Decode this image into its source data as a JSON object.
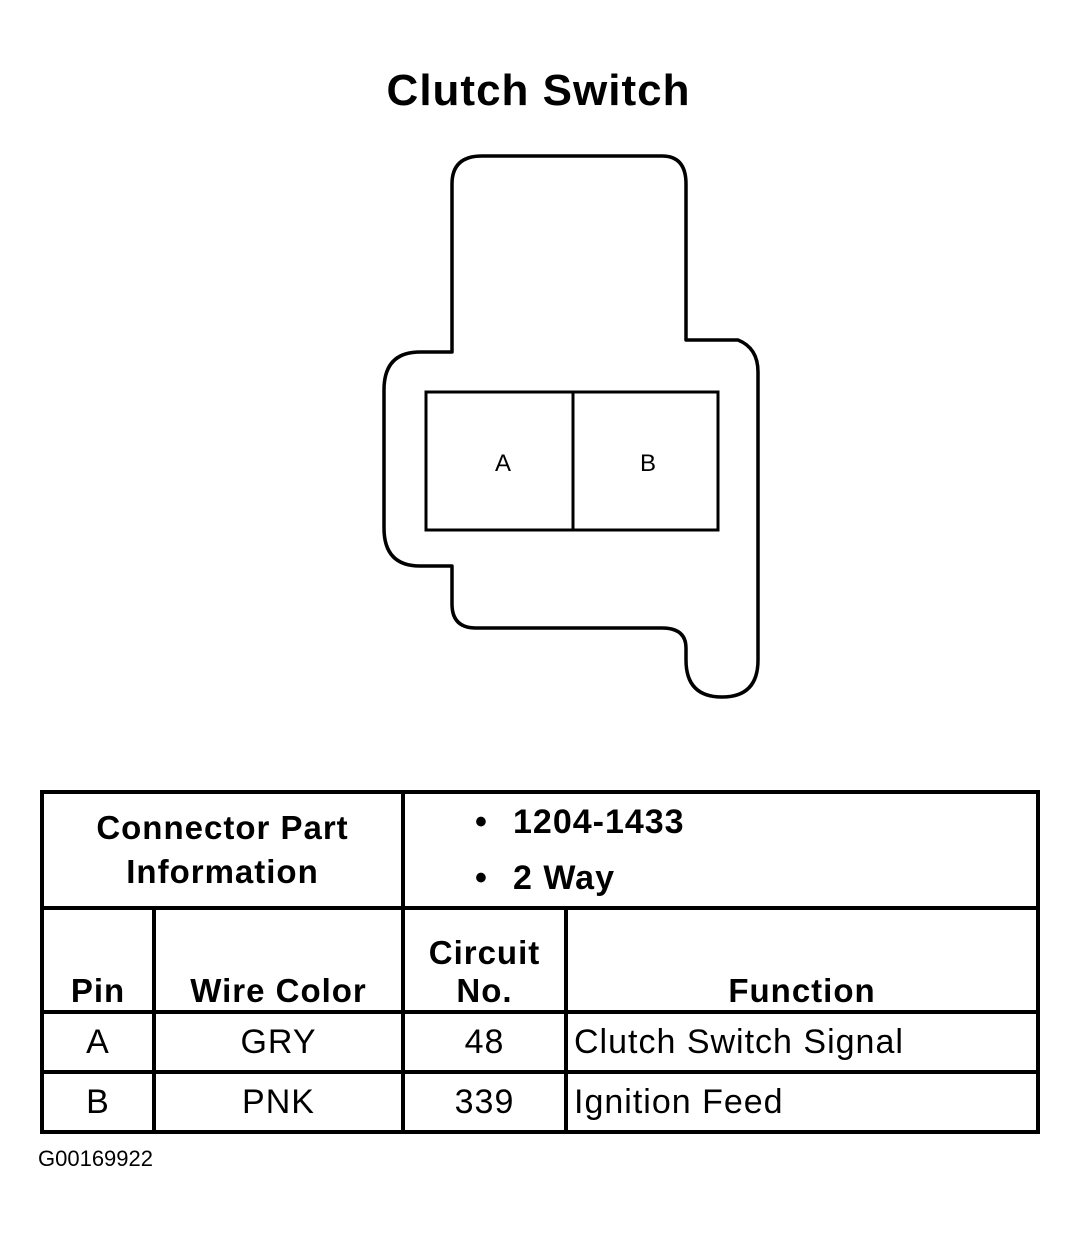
{
  "title": "Clutch Switch",
  "connector": {
    "pins": [
      "A",
      "B"
    ]
  },
  "table": {
    "part_info_label_line1": "Connector Part",
    "part_info_label_line2": "Information",
    "part_info_values": [
      "1204-1433",
      "2 Way"
    ],
    "headers": {
      "pin": "Pin",
      "wire_color": "Wire Color",
      "circuit_line1": "Circuit",
      "circuit_line2": "No.",
      "function": "Function"
    },
    "rows": [
      {
        "pin": "A",
        "wire_color": "GRY",
        "circuit": "48",
        "function": "Clutch Switch Signal"
      },
      {
        "pin": "B",
        "wire_color": "PNK",
        "circuit": "339",
        "function": "Ignition Feed"
      }
    ]
  },
  "image_code": "G00169922"
}
